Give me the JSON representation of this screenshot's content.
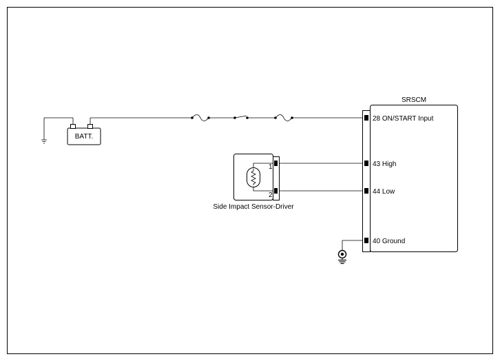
{
  "battery": {
    "label": "BATT."
  },
  "module": {
    "title": "SRSCM",
    "pins": [
      {
        "label": "28 ON/START Input"
      },
      {
        "label": "43 High"
      },
      {
        "label": "44 Low"
      },
      {
        "label": "40 Ground"
      }
    ]
  },
  "sensor": {
    "label": "Side Impact Sensor-Driver",
    "pin_a": "1",
    "pin_b": "2"
  },
  "icons": {
    "chassis_ground": "chassis-ground-icon",
    "body_ground": "body-ground-icon",
    "fuse": "fuse-icon",
    "switch": "ignition-switch-icon",
    "resistor": "resistor-icon"
  }
}
